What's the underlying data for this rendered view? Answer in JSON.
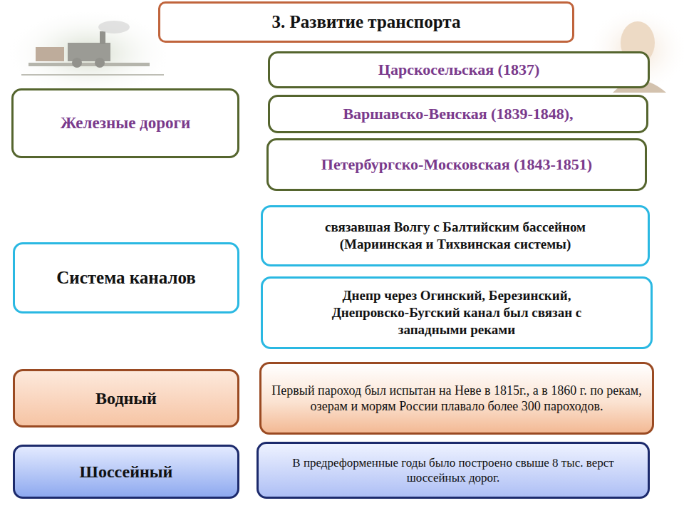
{
  "diagram": {
    "title": "3. Развитие транспорта",
    "nodes": [
      {
        "text": [
          "Железные дороги"
        ]
      },
      {
        "text": [
          "Царскосельская (1837)"
        ]
      },
      {
        "text": [
          "Варшавско-Венская (1839-1848),"
        ]
      },
      {
        "text": [
          "Петербургско-Московская (1843-1851)"
        ]
      },
      {
        "text": [
          "Система каналов"
        ]
      },
      {
        "text": [
          "связавшая Волгу с Балтийским бассейном (Мариинская и Тихвинская системы)"
        ]
      },
      {
        "text": [
          "Днепр через Огинский, Березинский, Днепровско-Бугский канал был связан с западными реками"
        ]
      },
      {
        "text": [
          "Водный"
        ]
      },
      {
        "text": [
          "Первый пароход был испытан на Неве в 1815г., а в 1860 г. по рекам, озерам и морям России плавало более 300 пароходов."
        ]
      },
      {
        "text": [
          "Шоссейный"
        ]
      },
      {
        "text": [
          "В предреформенные годы было построено свыше 8 тыс. верст шоссейных дорог."
        ]
      }
    ]
  }
}
